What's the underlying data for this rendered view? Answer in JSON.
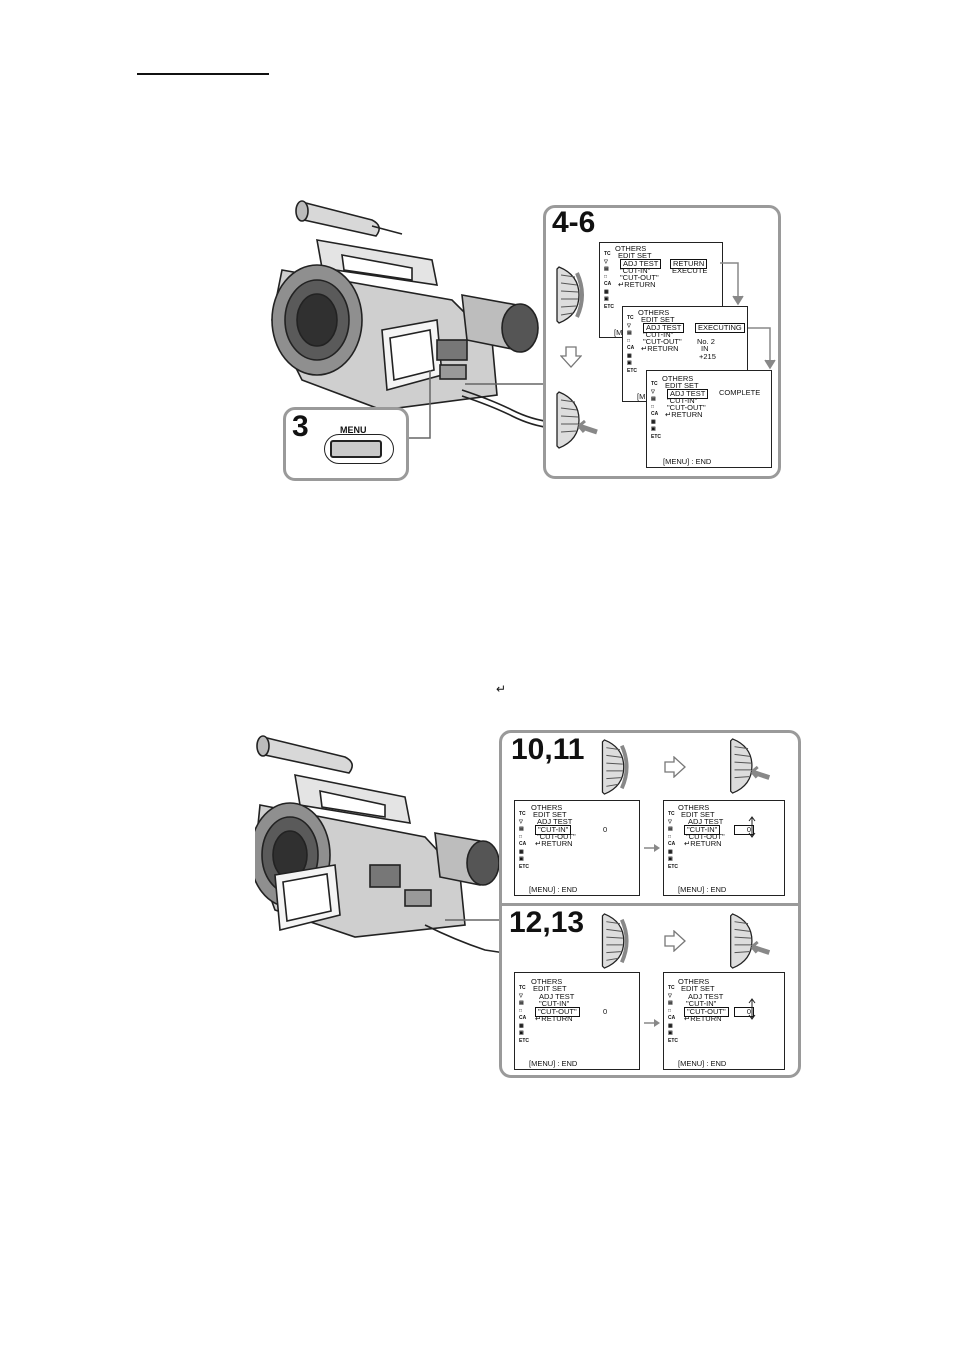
{
  "figure_top": {
    "step_main": "4-6",
    "step_menu": "3",
    "menu_button_label": "MENU",
    "screen1": {
      "title": "OTHERS",
      "l1": "EDIT SET",
      "l2": "ADJ  TEST",
      "l2_value": "RETURN",
      "l3": "\"CUT-IN\"",
      "l3_value": "EXECUTE",
      "l4": "\"CUT-OUT\"",
      "l5": "↵RETURN",
      "footer_partial": "[M"
    },
    "screen2": {
      "title": "OTHERS",
      "l1": "EDIT SET",
      "l2": "ADJ  TEST",
      "l2_value": "EXECUTING",
      "l3": "\"CUT-IN\"",
      "l4": "\"CUT-OUT\"",
      "l4_value": "No. 2",
      "l5": "↵RETURN",
      "l5_value": "IN",
      "l6_value": "+215",
      "footer_partial": "[M"
    },
    "screen3": {
      "title": "OTHERS",
      "l1": "EDIT SET",
      "l2": "ADJ  TEST",
      "l2_value": "COMPLETE",
      "l3": "\"CUT-IN\"",
      "l4": "\"CUT-OUT\"",
      "l5": "↵RETURN",
      "footer": "[MENU] : END"
    }
  },
  "return_symbol": "↵",
  "figure_bottom": {
    "step_a": "10,11",
    "step_b": "12,13",
    "screenA1": {
      "title": "OTHERS",
      "l1": "EDIT SET",
      "l2": "ADJ  TEST",
      "l3": "\"CUT-IN\"",
      "l3_value": "0",
      "l4": "\"CUT-OUT\"",
      "l5": "↵RETURN",
      "footer": "[MENU] : END"
    },
    "screenA2": {
      "title": "OTHERS",
      "l1": "EDIT SET",
      "l2": "ADJ  TEST",
      "l3": "\"CUT-IN\"",
      "l3_value": "0",
      "l4": "\"CUT-OUT\"",
      "l5": "↵RETURN",
      "footer": "[MENU] : END"
    },
    "screenB1": {
      "title": "OTHERS",
      "l1": "EDIT SET",
      "l2": "ADJ  TEST",
      "l3": "\"CUT-IN\"",
      "l4": "\"CUT-OUT\"",
      "l4_value": "0",
      "l5": "↵RETURN",
      "footer": "[MENU] : END"
    },
    "screenB2": {
      "title": "OTHERS",
      "l1": "EDIT SET",
      "l2": "ADJ  TEST",
      "l3": "\"CUT-IN\"",
      "l4": "\"CUT-OUT\"",
      "l4_value": "0",
      "l5": "↵RETURN",
      "footer": "[MENU] : END"
    }
  },
  "icon_labels": [
    "TC",
    "▽",
    "▤",
    "□",
    "CA",
    "▦",
    "▣",
    "ETC"
  ]
}
